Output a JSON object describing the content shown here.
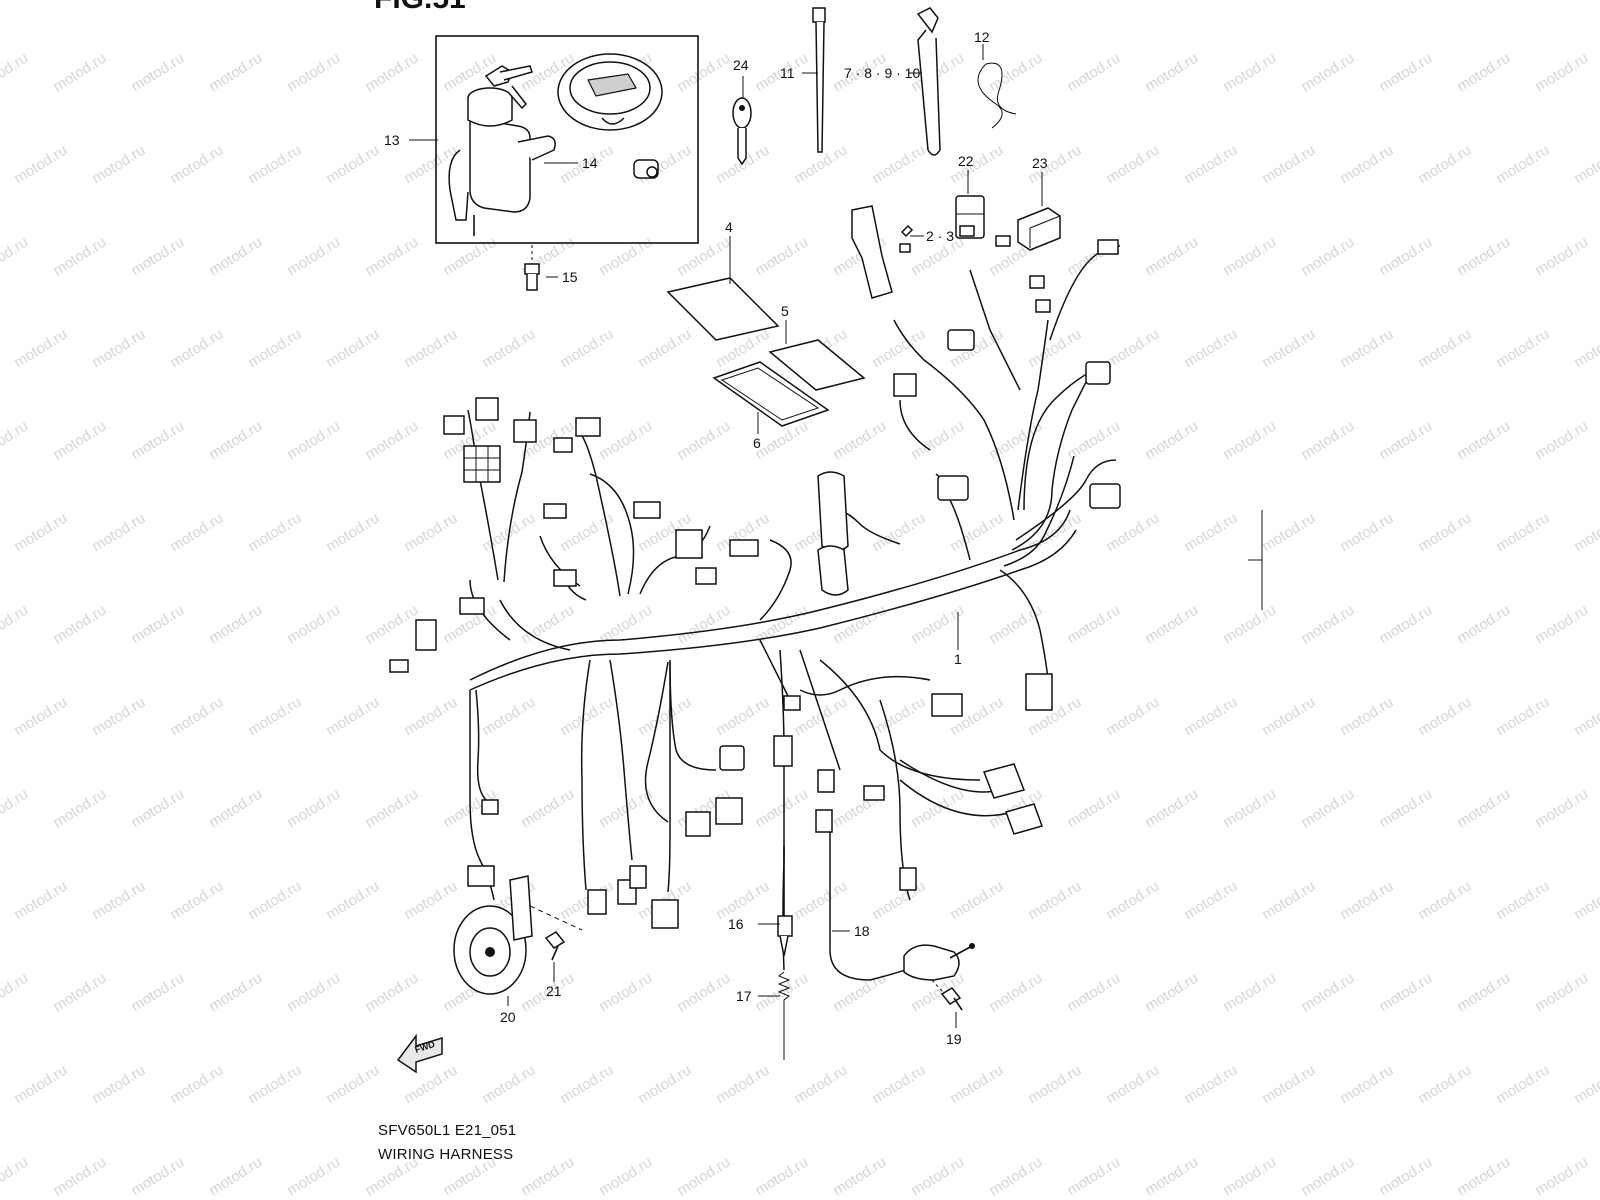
{
  "figure": {
    "title": "FIG.51",
    "code": "SFV650L1 E21_051",
    "name": "WIRING HARNESS",
    "watermark": "motod.ru"
  },
  "callouts": [
    {
      "id": "c1",
      "label": "1"
    },
    {
      "id": "c2-3",
      "label": "2 · 3"
    },
    {
      "id": "c4",
      "label": "4"
    },
    {
      "id": "c5",
      "label": "5"
    },
    {
      "id": "c6",
      "label": "6"
    },
    {
      "id": "c7-10",
      "label": "7 · 8 · 9 · 10"
    },
    {
      "id": "c11",
      "label": "11"
    },
    {
      "id": "c12",
      "label": "12"
    },
    {
      "id": "c13",
      "label": "13"
    },
    {
      "id": "c14",
      "label": "14"
    },
    {
      "id": "c15",
      "label": "15"
    },
    {
      "id": "c16",
      "label": "16"
    },
    {
      "id": "c17",
      "label": "17"
    },
    {
      "id": "c18",
      "label": "18"
    },
    {
      "id": "c19",
      "label": "19"
    },
    {
      "id": "c20",
      "label": "20"
    },
    {
      "id": "c21",
      "label": "21"
    },
    {
      "id": "c22",
      "label": "22"
    },
    {
      "id": "c23",
      "label": "23"
    },
    {
      "id": "c24",
      "label": "24"
    }
  ],
  "fwd_label": "FWD"
}
